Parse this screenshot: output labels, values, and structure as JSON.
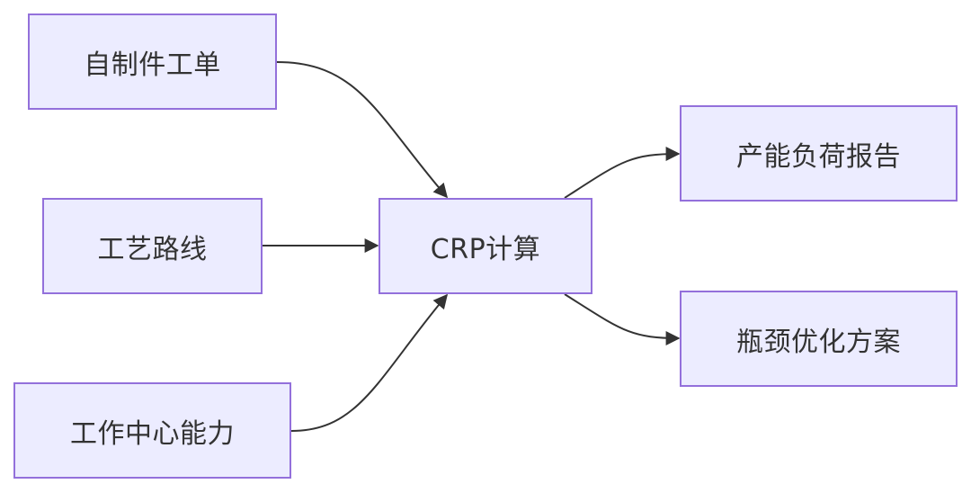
{
  "diagram": {
    "type": "flowchart",
    "nodes": {
      "self_made_work_order": "自制件工单",
      "routing": "工艺路线",
      "work_center_capacity": "工作中心能力",
      "crp_calculation": "CRP计算",
      "capacity_load_report": "产能负荷报告",
      "bottleneck_plan": "瓶颈优化方案"
    },
    "edges": [
      {
        "from": "self_made_work_order",
        "to": "crp_calculation"
      },
      {
        "from": "routing",
        "to": "crp_calculation"
      },
      {
        "from": "work_center_capacity",
        "to": "crp_calculation"
      },
      {
        "from": "crp_calculation",
        "to": "capacity_load_report"
      },
      {
        "from": "crp_calculation",
        "to": "bottleneck_plan"
      }
    ],
    "colors": {
      "node_fill": "#ECECFF",
      "node_border": "#9370DB",
      "edge": "#333333",
      "text": "#333333"
    }
  }
}
